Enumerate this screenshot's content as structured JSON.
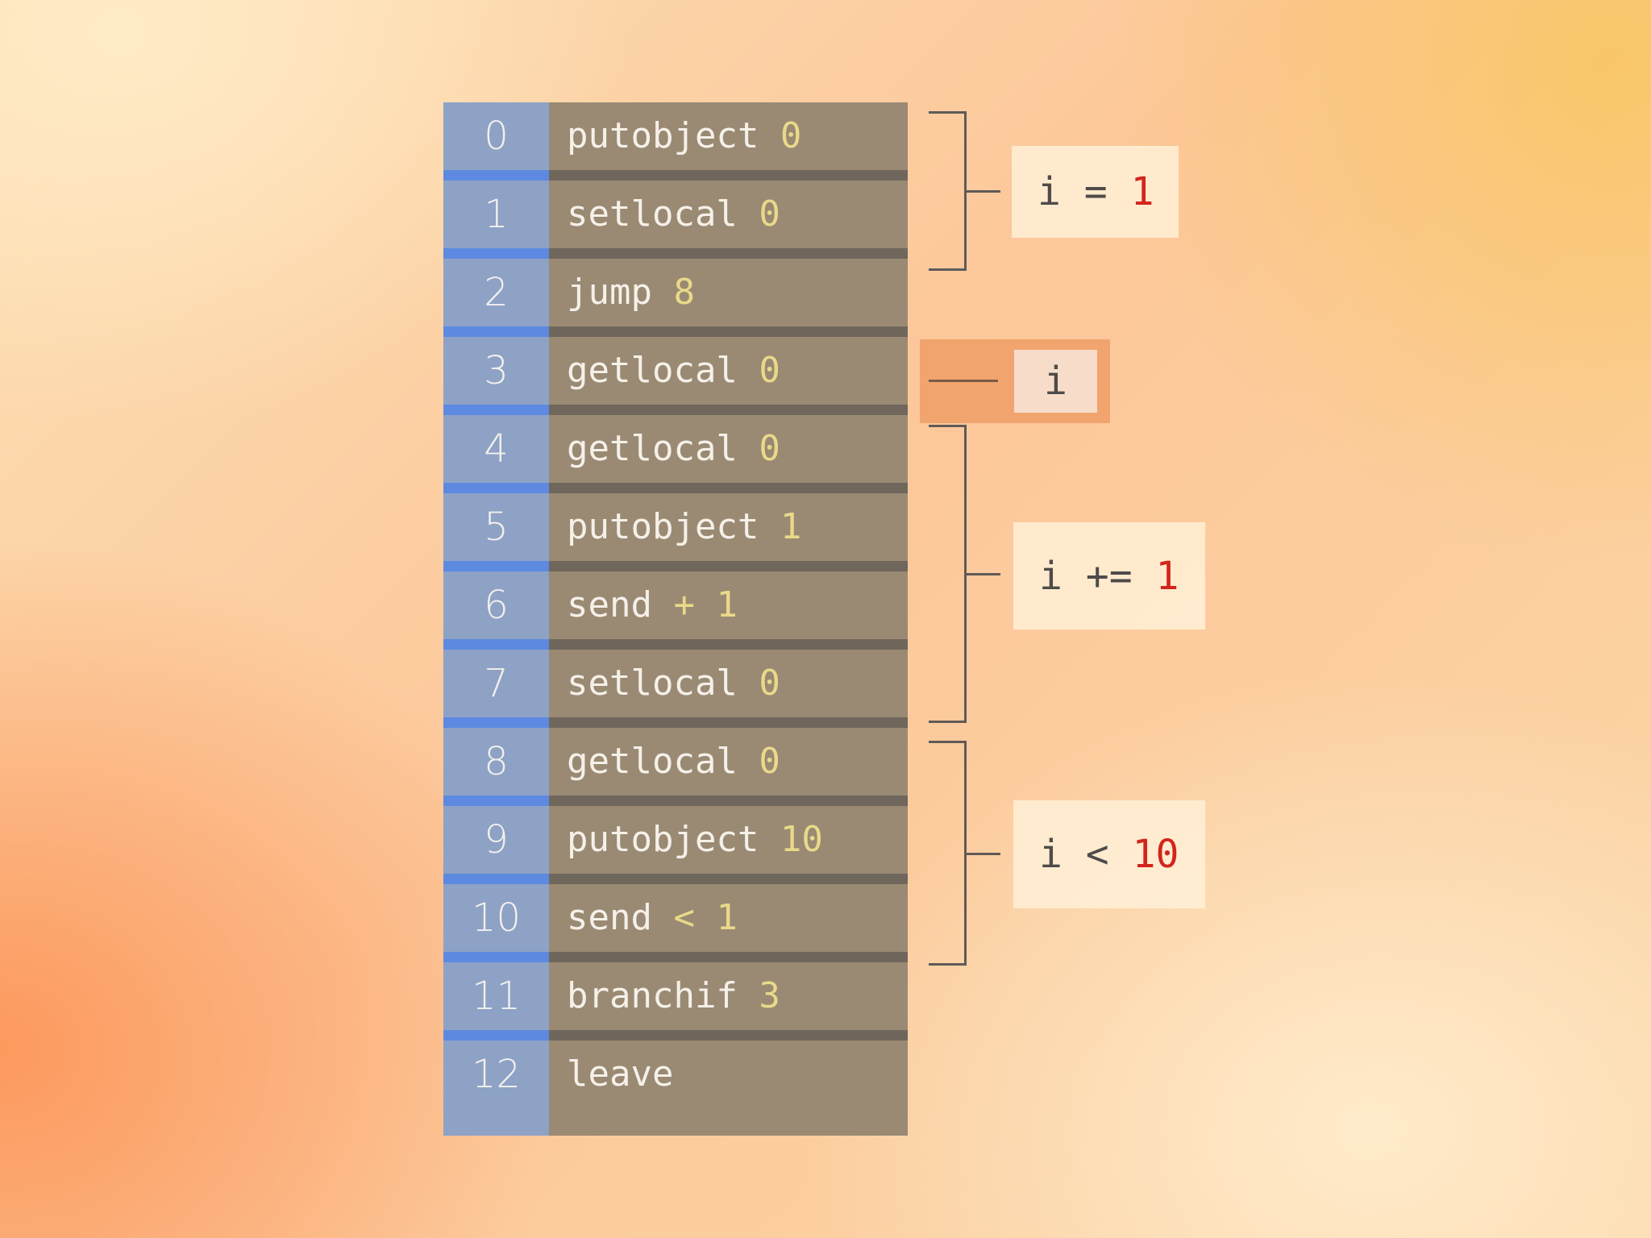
{
  "instructions": [
    {
      "index": "0",
      "op": "putobject",
      "arg": "0"
    },
    {
      "index": "1",
      "op": "setlocal",
      "arg": "0"
    },
    {
      "index": "2",
      "op": "jump",
      "arg": "8"
    },
    {
      "index": "3",
      "op": "getlocal",
      "arg": "0"
    },
    {
      "index": "4",
      "op": "getlocal",
      "arg": "0"
    },
    {
      "index": "5",
      "op": "putobject",
      "arg": "1"
    },
    {
      "index": "6",
      "op": "send",
      "arg": "+ 1"
    },
    {
      "index": "7",
      "op": "setlocal",
      "arg": "0"
    },
    {
      "index": "8",
      "op": "getlocal",
      "arg": "0"
    },
    {
      "index": "9",
      "op": "putobject",
      "arg": "10"
    },
    {
      "index": "10",
      "op": "send",
      "arg": "< 1"
    },
    {
      "index": "11",
      "op": "branchif",
      "arg": "3"
    },
    {
      "index": "12",
      "op": "leave",
      "arg": ""
    }
  ],
  "annotations": {
    "assign": {
      "lhs": "i = ",
      "num": "1"
    },
    "var": {
      "text": "i"
    },
    "increment": {
      "lhs": "i += ",
      "num": "1"
    },
    "compare": {
      "lhs": "i < ",
      "num": "10"
    }
  },
  "colors": {
    "index_bg": "#8ea2c6",
    "index_separator": "#5d8ae0",
    "instr_bg": "#9a8a73",
    "instr_separator": "#6f665c",
    "arg_text": "#e9d98a",
    "number_highlight": "#d3251c",
    "var_highlight_bg": "#f1a46e"
  }
}
